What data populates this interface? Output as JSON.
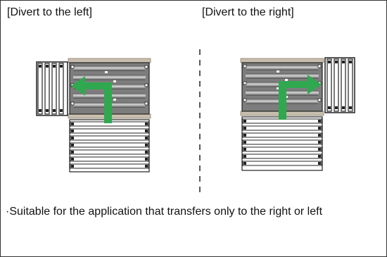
{
  "panels": {
    "left": {
      "title": "[Divert to the left]"
    },
    "right": {
      "title": "[Divert to the right]"
    }
  },
  "note": "·Suitable for the application that transfers only to the right or left",
  "colors": {
    "arrow": "#2fa84f",
    "roller_frame": "#c9bfae",
    "roller_bed": "#8c8c8c",
    "line": "#222222"
  }
}
